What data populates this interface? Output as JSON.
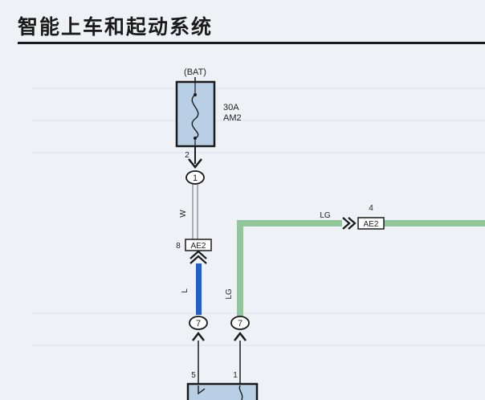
{
  "header": {
    "title": "智能上车和起动系统"
  },
  "fuse": {
    "source": "(BAT)",
    "rating": "30A",
    "name": "AM2",
    "pin": "2"
  },
  "junctions": {
    "j1": "1",
    "j7_left": "7",
    "j7_right": "7"
  },
  "connectors": {
    "ae2_vertical": {
      "label": "AE2",
      "pin": "8"
    },
    "ae2_right": {
      "label": "AE2",
      "pin": "4"
    }
  },
  "wires": {
    "white": "W",
    "blue": "L",
    "lg_vertical": "LG",
    "lg_horizontal": "LG"
  },
  "bottom_pins": {
    "left": "5",
    "right": "1"
  },
  "colors": {
    "fuse_box_fill": "#b8cfe6",
    "blue_wire": "#1f5fd0",
    "green_wire": "#8fc79a",
    "line": "#1a1a1a"
  }
}
